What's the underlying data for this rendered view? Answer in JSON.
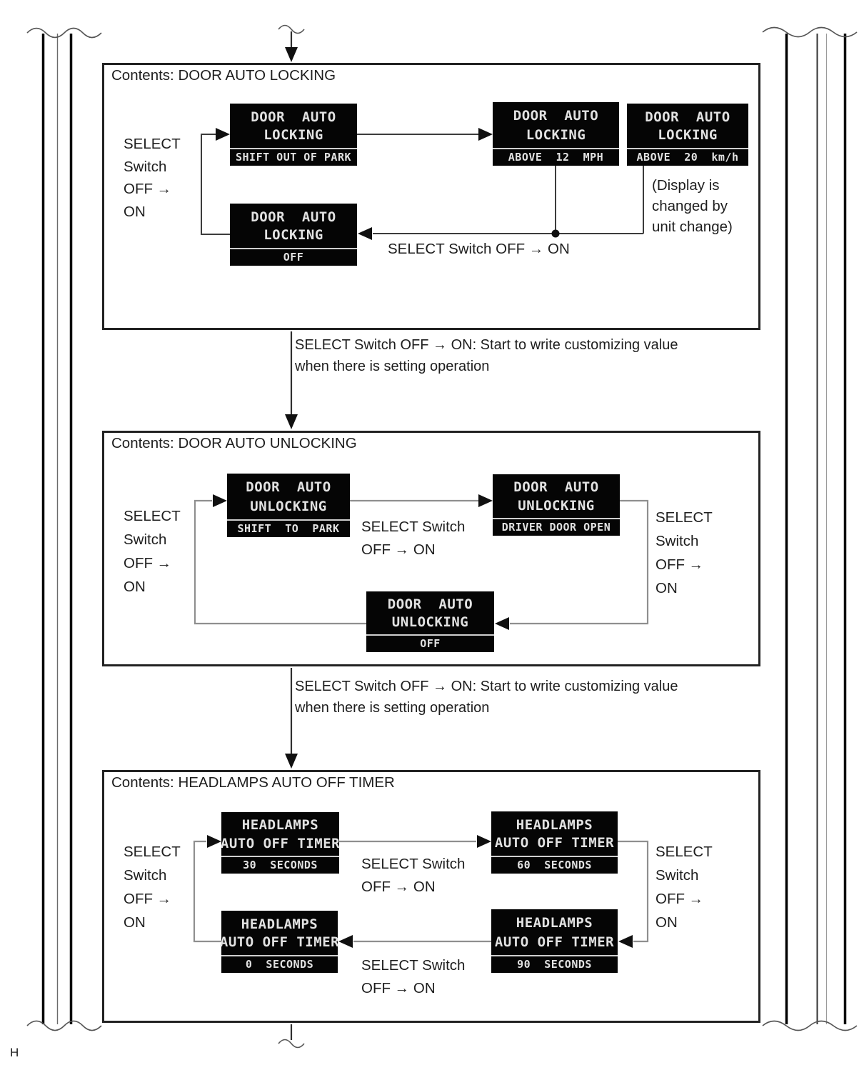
{
  "footer": {
    "page_letter": "H"
  },
  "colors": {
    "display_bg": "#050505",
    "display_text": "#e2e2e2",
    "connector_dark": "#3c3c3c",
    "connector_gray": "#909090"
  },
  "flow_notes": [
    {
      "line1": "SELECT Switch OFF → ON: Start to write customizing value",
      "line2": "when there is setting operation"
    },
    {
      "line1": "SELECT Switch OFF → ON: Start to write customizing value",
      "line2": "when there is setting operation"
    }
  ],
  "boxes": [
    {
      "title": "Contents: DOOR AUTO LOCKING",
      "left_label": [
        "SELECT",
        "Switch",
        "OFF →",
        "ON"
      ],
      "displays": [
        {
          "line1": "DOOR  AUTO",
          "line2": "LOCKING",
          "value": "SHIFT OUT OF PARK"
        },
        {
          "line1": "DOOR  AUTO",
          "line2": "LOCKING",
          "value": "ABOVE  12  MPH"
        },
        {
          "line1": "DOOR  AUTO",
          "line2": "LOCKING",
          "value": "ABOVE  20  km/h"
        },
        {
          "line1": "DOOR  AUTO",
          "line2": "LOCKING",
          "value": "OFF"
        }
      ],
      "unit_note": [
        "(Display is",
        "changed by",
        "unit change)"
      ],
      "bottom_label": "SELECT Switch OFF → ON"
    },
    {
      "title": "Contents: DOOR AUTO UNLOCKING",
      "left_label": [
        "SELECT",
        "Switch",
        "OFF →",
        "ON"
      ],
      "displays": [
        {
          "line1": "DOOR  AUTO",
          "line2": "UNLOCKING",
          "value": "SHIFT  TO  PARK"
        },
        {
          "line1": "DOOR  AUTO",
          "line2": "UNLOCKING",
          "value": "DRIVER DOOR OPEN"
        },
        {
          "line1": "DOOR  AUTO",
          "line2": "UNLOCKING",
          "value": "OFF"
        }
      ],
      "mid_label": [
        "SELECT Switch",
        "OFF → ON"
      ],
      "right_label": [
        "SELECT",
        "Switch",
        "OFF →",
        "ON"
      ]
    },
    {
      "title": "Contents: HEADLAMPS AUTO OFF TIMER",
      "left_label": [
        "SELECT",
        "Switch",
        "OFF →",
        "ON"
      ],
      "displays": [
        {
          "line1": "HEADLAMPS",
          "line2": "AUTO OFF TIMER",
          "value": "30  SECONDS"
        },
        {
          "line1": "HEADLAMPS",
          "line2": "AUTO OFF TIMER",
          "value": "60  SECONDS"
        },
        {
          "line1": "HEADLAMPS",
          "line2": "AUTO OFF TIMER",
          "value": "90  SECONDS"
        },
        {
          "line1": "HEADLAMPS",
          "line2": "AUTO OFF TIMER",
          "value": "0  SECONDS"
        }
      ],
      "mid_label_top": [
        "SELECT Switch",
        "OFF → ON"
      ],
      "mid_label_bottom": [
        "SELECT Switch",
        "OFF → ON"
      ],
      "right_label": [
        "SELECT",
        "Switch",
        "OFF →",
        "ON"
      ]
    }
  ]
}
